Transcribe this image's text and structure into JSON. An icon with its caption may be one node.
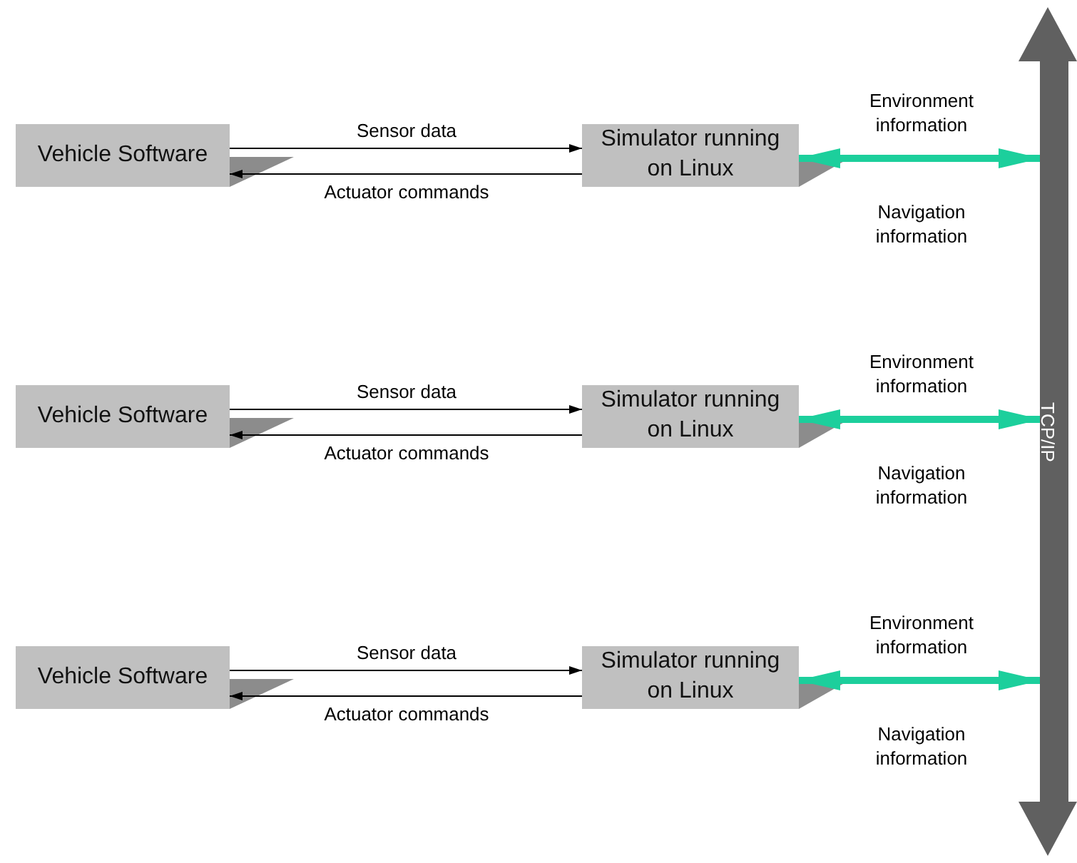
{
  "diagram": {
    "nodes": [
      {
        "text": [
          "Vehicle Software"
        ]
      },
      {
        "text": [
          "Simulator running on Linux"
        ]
      },
      {
        "text": [
          "Vehicle Software"
        ]
      },
      {
        "text": [
          "Simulator running on Linux"
        ]
      },
      {
        "text": [
          "Vehicle Software"
        ]
      },
      {
        "text": [
          "Simulator running on Linux"
        ]
      },
      {
        "text": [
          "TCP/IP"
        ]
      }
    ],
    "edges": [
      {
        "from": 0,
        "to": 1,
        "arrow": "to",
        "label": "Sensor data"
      },
      {
        "from": 1,
        "to": 0,
        "arrow": "to",
        "label": "Actuator commands"
      },
      {
        "from": 1,
        "to": 6,
        "arrow": "both",
        "style": "thick",
        "color": "#1ccf9c",
        "label": "Environment information"
      },
      {
        "from": 2,
        "to": 3,
        "arrow": "to",
        "label": "Sensor data"
      },
      {
        "from": 3,
        "to": 2,
        "arrow": "to",
        "label": "Actuator commands"
      },
      {
        "from": 3,
        "to": 6,
        "arrow": "both",
        "style": "thick",
        "color": "#1ccf9c",
        "label": "Environment information"
      },
      {
        "from": 4,
        "to": 5,
        "arrow": "to",
        "label": "Sensor data"
      },
      {
        "from": 5,
        "to": 4,
        "arrow": "to",
        "label": "Actuator commands"
      },
      {
        "from": 5,
        "to": 6,
        "arrow": "both",
        "style": "thick",
        "color": "#1ccf9c",
        "label": "Environment information"
      }
    ],
    "labels": [
      "Navigation information",
      "Navigation information",
      "Navigation information"
    ]
  }
}
